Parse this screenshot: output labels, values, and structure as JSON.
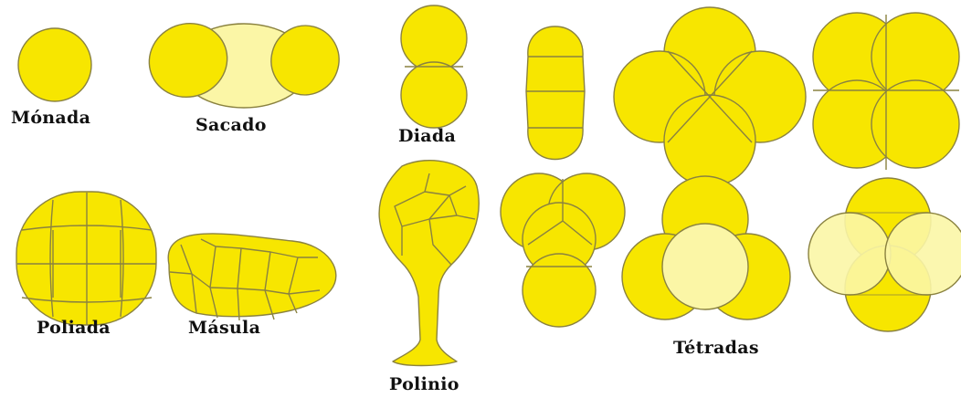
{
  "colors": {
    "fill": "#f7e600",
    "fill_light": "#fbf6a6",
    "stroke": "#8a8240",
    "text": "#111111"
  },
  "labels": {
    "monada": "Mónada",
    "sacado": "Sacado",
    "diada": "Diada",
    "poliada": "Poliada",
    "masula": "Másula",
    "polinio": "Polinio",
    "tetradas": "Tétradas"
  }
}
